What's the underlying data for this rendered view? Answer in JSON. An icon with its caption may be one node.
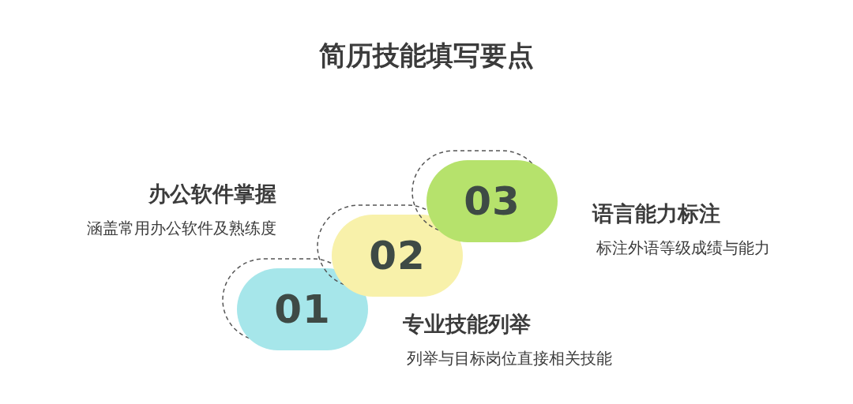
{
  "diagram": {
    "title": "简历技能填写要点",
    "nodes": [
      {
        "text": [
          "01"
        ],
        "beside": [
          "办公软件掌握",
          "涵盖常用办公软件及熟练度"
        ]
      },
      {
        "text": [
          "02"
        ],
        "beside": [
          "专业技能列举",
          "列举与目标岗位直接相关技能"
        ]
      },
      {
        "text": [
          "03"
        ],
        "beside": [
          "语言能力标注",
          "标注外语等级成绩与能力"
        ]
      }
    ],
    "edges": []
  }
}
